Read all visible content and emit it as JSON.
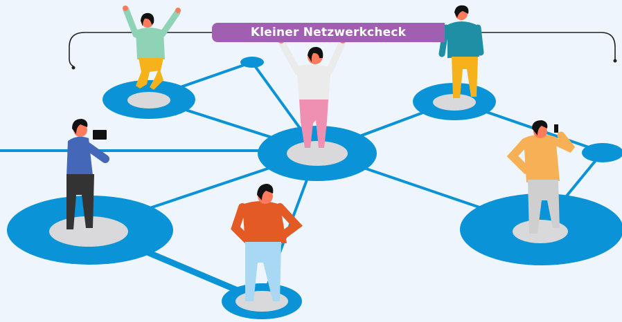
{
  "title": "Kleiner Netzwerkcheck",
  "colors": {
    "background": "#eef5fc",
    "network_blue": "#0a93d6",
    "node_inner": "#d9d9dc",
    "banner": "#a05fb0",
    "banner_text": "#ffffff",
    "skin": "#ff7b5c",
    "hair": "#111111"
  },
  "people": [
    {
      "name": "jumping-person-mint-shirt",
      "shirt": "#8fd3b6",
      "pants": "#f5b21b"
    },
    {
      "name": "cheering-person-grey-shirt",
      "shirt": "#ebebec",
      "pants": "#ef8fb2"
    },
    {
      "name": "standing-person-teal-shirt",
      "shirt": "#1f8fa6",
      "pants": "#f5b21b"
    },
    {
      "name": "photographer-blue-shirt",
      "shirt": "#4567b7",
      "pants": "#333333"
    },
    {
      "name": "person-orange-sweater",
      "shirt": "#e45a24",
      "pants": "#a8d8f3"
    },
    {
      "name": "person-on-phone-orange-jacket",
      "shirt": "#f7b055",
      "pants": "#cfcfcf"
    }
  ]
}
